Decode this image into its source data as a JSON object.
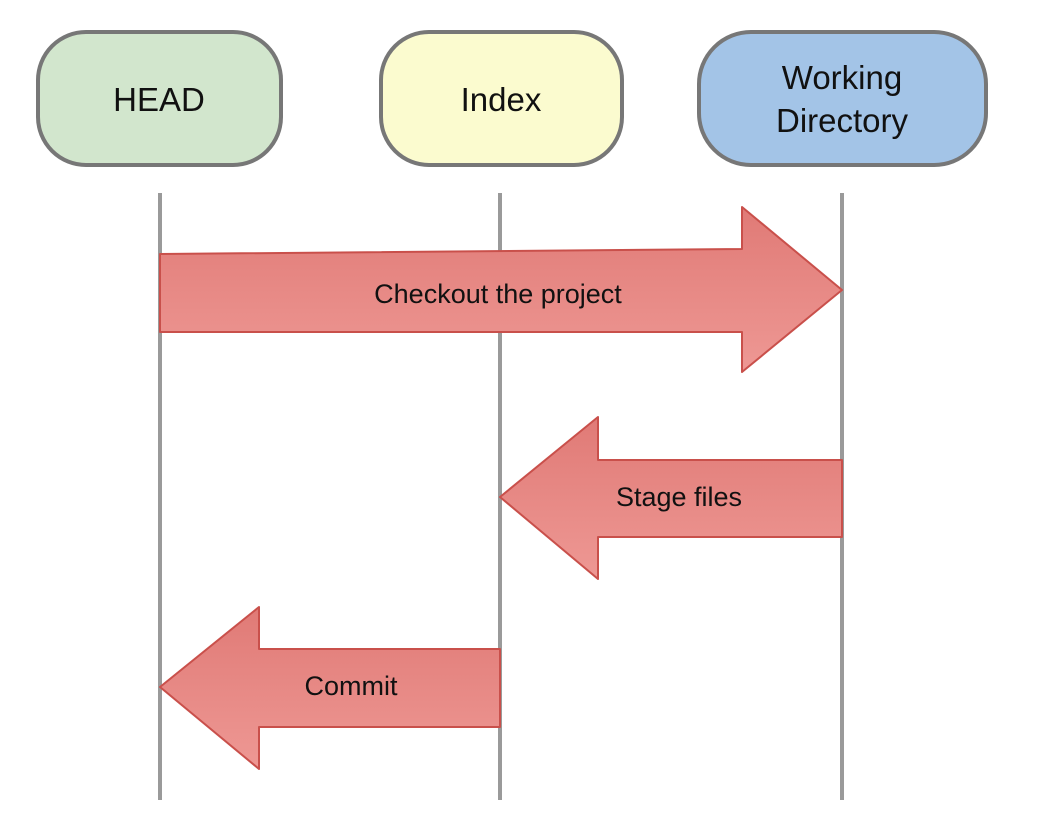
{
  "nodes": {
    "head": {
      "label": "HEAD",
      "fill": "#d2e6cd"
    },
    "index": {
      "label": "Index",
      "fill": "#fbfbcf"
    },
    "working_directory": {
      "line1": "Working",
      "line2": "Directory",
      "fill": "#a3c4e7"
    }
  },
  "arrows": {
    "checkout": {
      "label": "Checkout the project",
      "from": "HEAD",
      "to": "Working Directory"
    },
    "stage": {
      "label": "Stage files",
      "from": "Working Directory",
      "to": "Index"
    },
    "commit": {
      "label": "Commit",
      "from": "Index",
      "to": "HEAD"
    }
  },
  "colors": {
    "arrow_fill_top": "#e07a76",
    "arrow_fill_bottom": "#ee9894",
    "arrow_stroke": "#c9504b",
    "node_stroke": "#777777",
    "lifeline": "#9a9a9a"
  }
}
